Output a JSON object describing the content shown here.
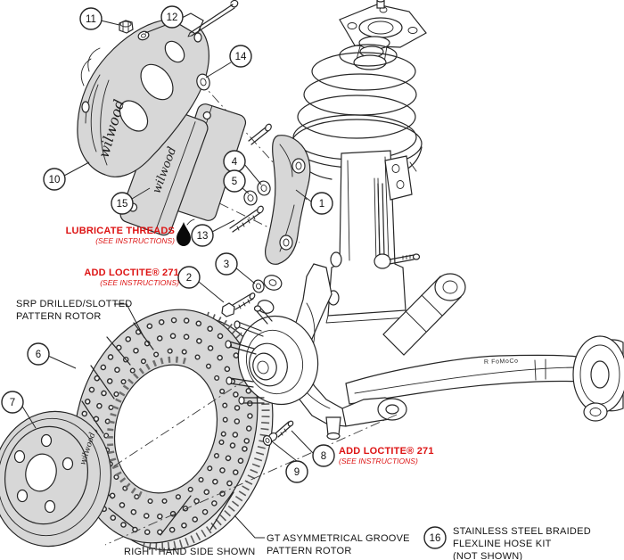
{
  "diagram": {
    "type": "exploded-parts-diagram",
    "subject": "Wilwood front big brake kit with strut, knuckle, hub and control arm"
  },
  "colors": {
    "line": "#262626",
    "part_fill": "#d7d7d7",
    "part_fill_light": "#ececec",
    "background": "#ffffff",
    "callout_fill": "#ffffff",
    "red_text": "#dd1414"
  },
  "callout_numbers": [
    "1",
    "2",
    "3",
    "4",
    "5",
    "6",
    "7",
    "8",
    "9",
    "10",
    "11",
    "12",
    "13",
    "14",
    "15",
    "16"
  ],
  "labels": {
    "srp_line1": "SRP DRILLED/SLOTTED",
    "srp_line2": "PATTERN ROTOR",
    "lubricate_line1": "LUBRICATE THREADS",
    "lubricate_line2": "(SEE INSTRUCTIONS)",
    "loctite_upper_line1": "ADD LOCTITE® 271",
    "loctite_upper_line2": "(SEE INSTRUCTIONS)",
    "loctite_lower_line1": "ADD LOCTITE® 271",
    "loctite_lower_line2": "(SEE INSTRUCTIONS)",
    "rhs": "RIGHT HAND SIDE SHOWN",
    "gt_line1": "GT ASYMMETRICAL GROOVE",
    "gt_line2": "PATTERN ROTOR",
    "hose_line1": "STAINLESS STEEL BRAIDED",
    "hose_line2": "FLEXLINE HOSE KIT",
    "hose_line3": "(NOT SHOWN)"
  },
  "branding": {
    "caliper_logo": "wilwood",
    "pad_logo": "wilwood",
    "hat_logo": "wilwood",
    "arm_marking": "R  FoMoCo"
  },
  "icons": {
    "oil_drop": "oil-drop-icon"
  }
}
